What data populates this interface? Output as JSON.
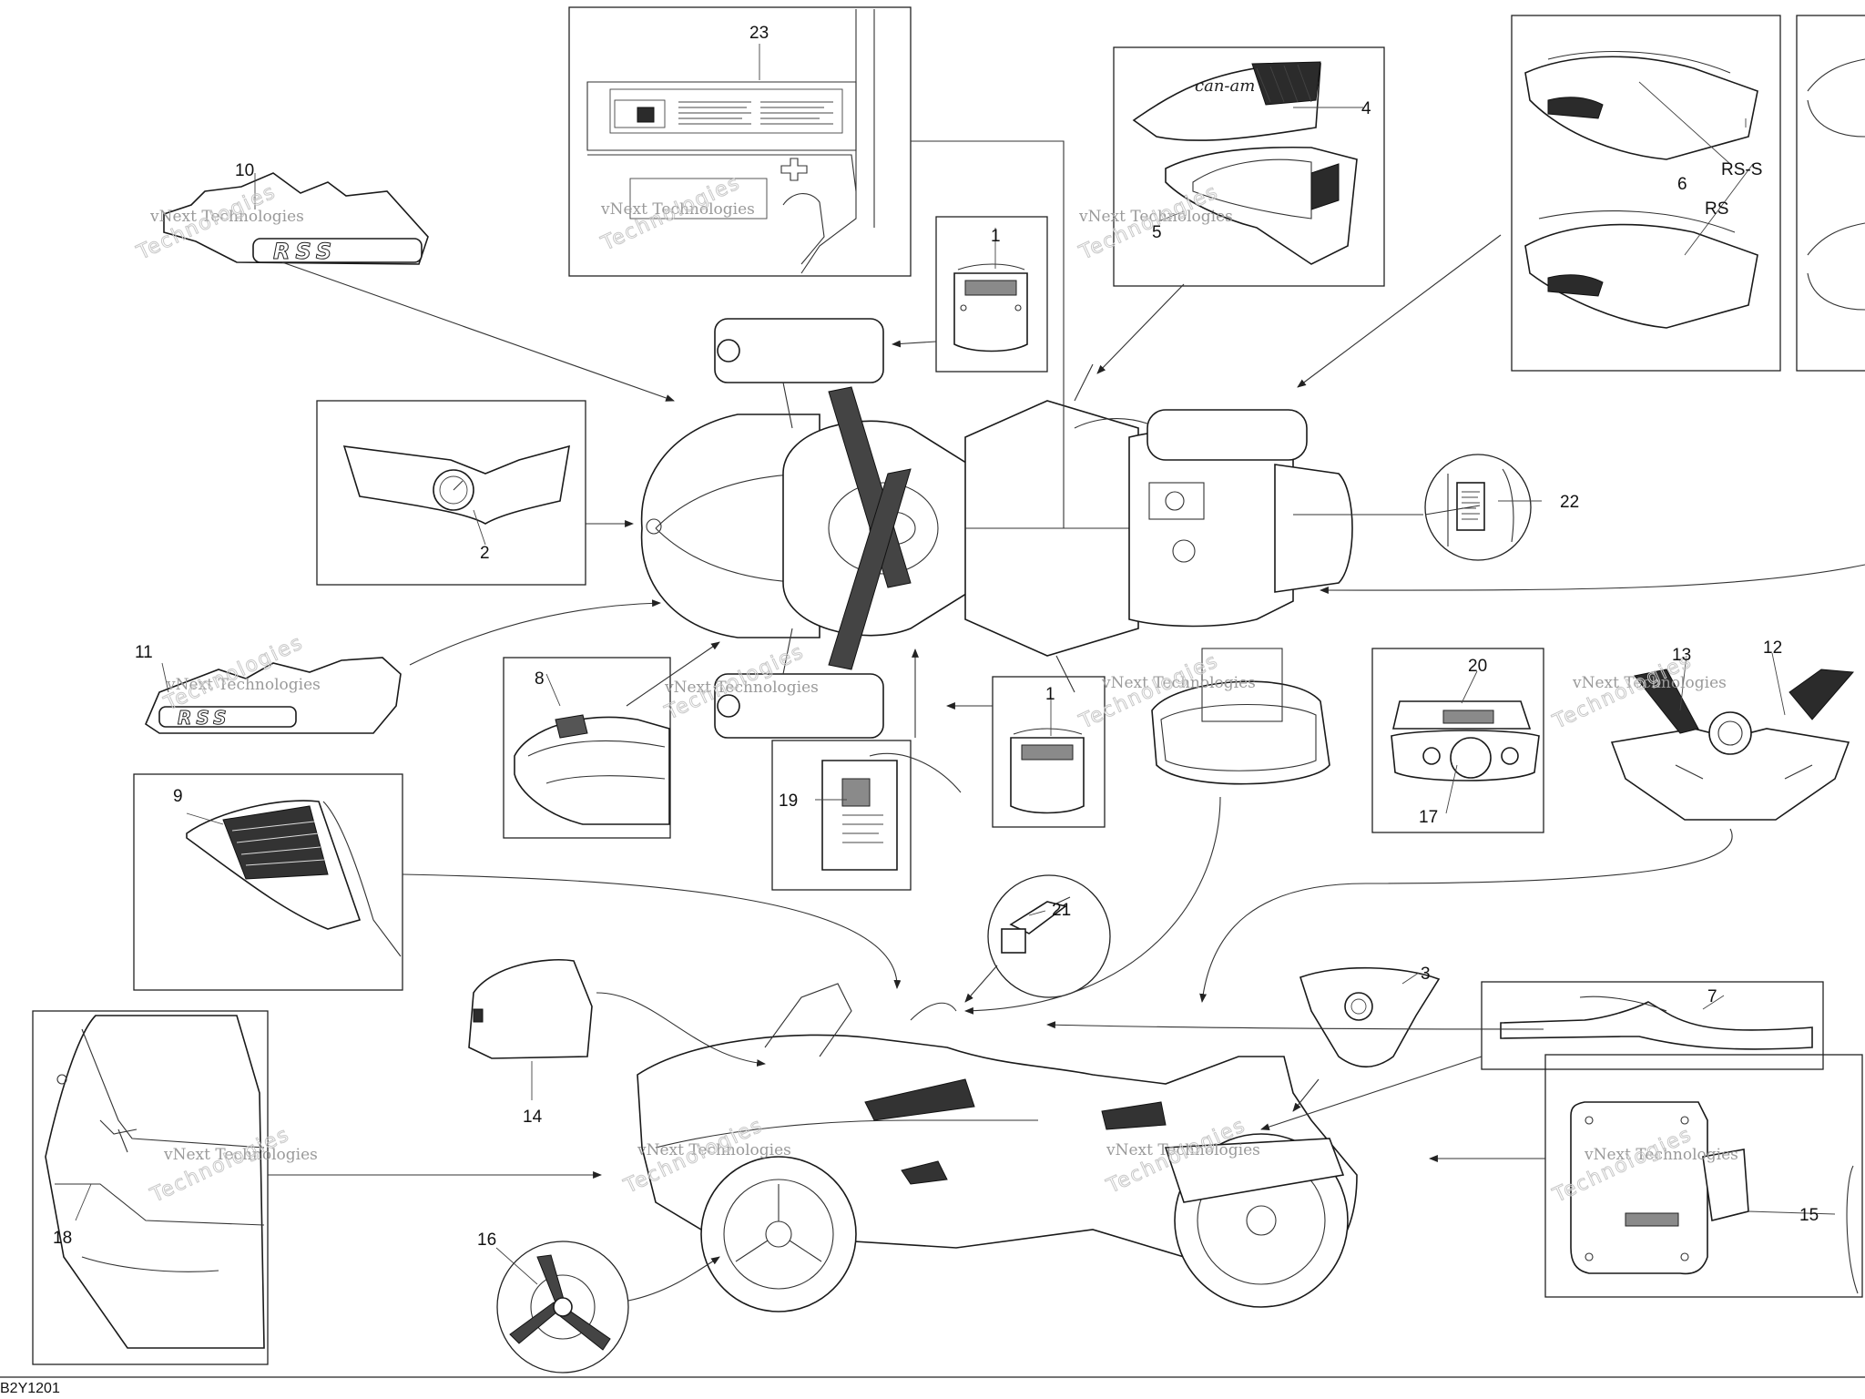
{
  "diagram_code": "B2Y1201",
  "callouts": {
    "c1a": "1",
    "c1b": "1",
    "c2": "2",
    "c3": "3",
    "c4": "4",
    "c5": "5",
    "c6": "6",
    "c7": "7",
    "c8": "8",
    "c9": "9",
    "c10": "10",
    "c11": "11",
    "c12": "12",
    "c13": "13",
    "c14": "14",
    "c15": "15",
    "c16": "16",
    "c17": "17",
    "c18": "18",
    "c19": "19",
    "c20": "20",
    "c21": "21",
    "c22": "22",
    "c23": "23",
    "rss": "RS-S",
    "rs": "RS"
  },
  "watermark": {
    "line1": "vNext Technologies",
    "line2": "Technologies"
  },
  "decals": {
    "logo": "RSS",
    "brand": "can-am"
  }
}
